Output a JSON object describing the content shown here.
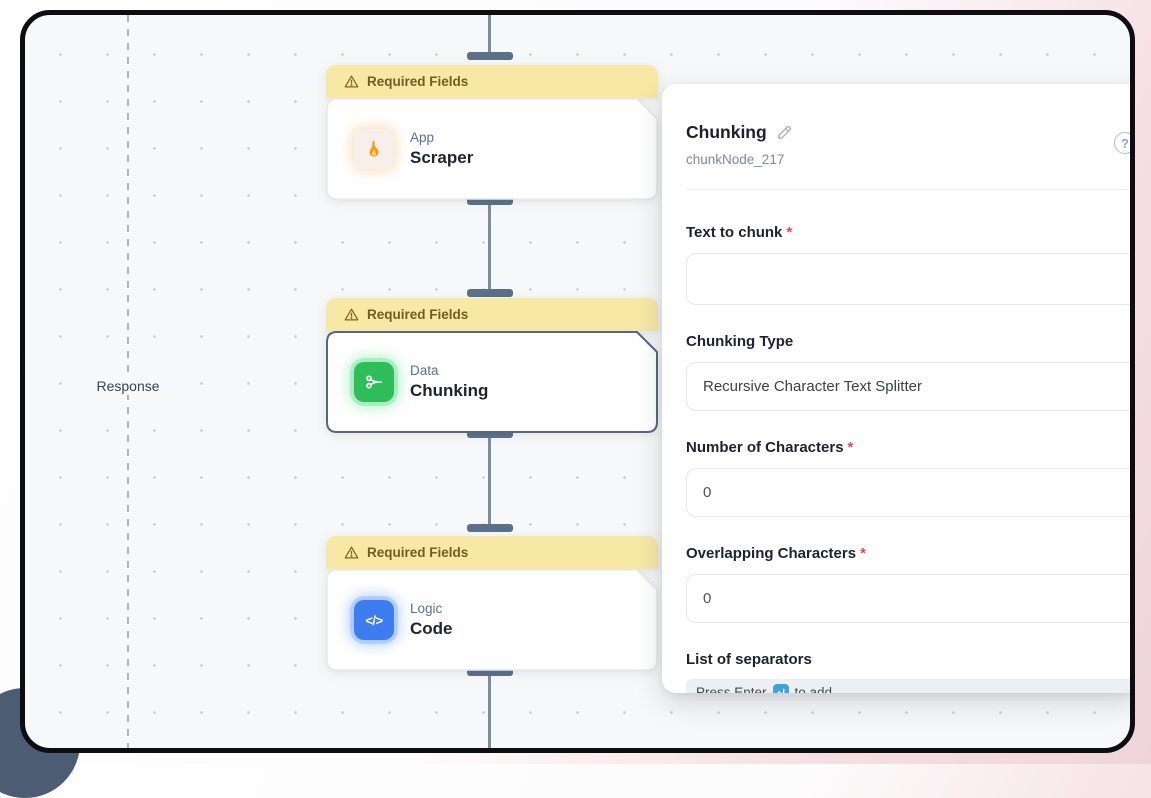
{
  "canvas": {
    "response_label": "Response",
    "nodes": [
      {
        "banner": "Required Fields",
        "category": "App",
        "title": "Scraper"
      },
      {
        "banner": "Required Fields",
        "category": "Data",
        "title": "Chunking",
        "selected": true
      },
      {
        "banner": "Required Fields",
        "category": "Logic",
        "title": "Code",
        "icon_glyph": "</>"
      }
    ]
  },
  "panel": {
    "title": "Chunking",
    "node_id": "chunkNode_217",
    "help_glyph": "?",
    "required_mark": "*",
    "fields": {
      "text_to_chunk": {
        "label": "Text to chunk",
        "value": ""
      },
      "chunking_type": {
        "label": "Chunking Type",
        "value": "Recursive Character Text Splitter"
      },
      "number_of_characters": {
        "label": "Number of Characters",
        "value": "0"
      },
      "overlapping_characters": {
        "label": "Overlapping Characters",
        "value": "0"
      },
      "list_of_separators": {
        "label": "List of separators",
        "hint_prefix": "Press Enter",
        "hint_suffix": "to add."
      }
    }
  },
  "icons": {
    "warning": "triangle-exclamation",
    "scraper": "flame",
    "chunking": "scissors",
    "code": "code-brackets",
    "edit": "pencil",
    "help": "question-circle",
    "enter": "return-arrow"
  },
  "colors": {
    "banner_bg": "#f8e8a6",
    "banner_text": "#6f5e1f",
    "selected_border": "#54687f",
    "connector": "#7c8ca1",
    "handle": "#5a7189",
    "scraper_accent": "#f59a1b",
    "chunking_accent": "#2dbe5a",
    "code_accent": "#3e7df0",
    "enter_icon_bg": "#3ba3e3",
    "required": "#ef4444",
    "canvas_bg": "#f7f8f9",
    "frame": "#0d0d12"
  }
}
